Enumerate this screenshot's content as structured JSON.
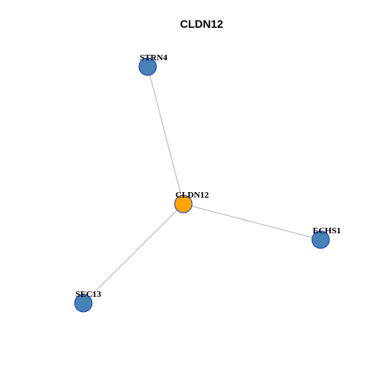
{
  "title": "CLDN12",
  "nodes": [
    {
      "id": "CLDN12",
      "label": "CLDN12",
      "role": "center",
      "color": "#FFA500"
    },
    {
      "id": "STRN4",
      "label": "STRN4",
      "role": "neighbor",
      "color": "#4682B4"
    },
    {
      "id": "ECHS1",
      "label": "ECHS1",
      "role": "neighbor",
      "color": "#4682B4"
    },
    {
      "id": "SEC13",
      "label": "SEC13",
      "role": "neighbor",
      "color": "#4682B4"
    }
  ],
  "edges": [
    {
      "source": "CLDN12",
      "target": "STRN4"
    },
    {
      "source": "CLDN12",
      "target": "ECHS1"
    },
    {
      "source": "CLDN12",
      "target": "SEC13"
    }
  ],
  "colors": {
    "center_fill": "#FFA500",
    "neighbor_fill": "#4682B4",
    "node_border": "#1F3FBF",
    "edge": "#B3B3B3"
  }
}
